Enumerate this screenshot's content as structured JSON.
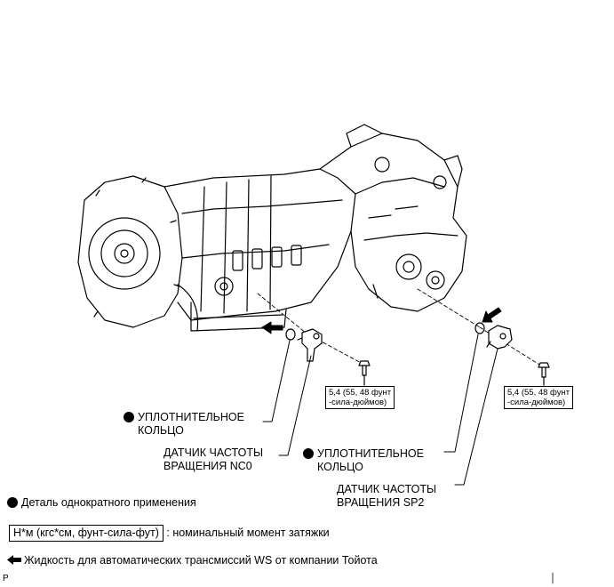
{
  "callouts": {
    "o_ring_1": {
      "line1": "УПЛОТНИТЕЛЬНОЕ",
      "line2": "КОЛЬЦО"
    },
    "sensor_nc0": {
      "line1": "ДАТЧИК ЧАСТОТЫ",
      "line2": "ВРАЩЕНИЯ NC0"
    },
    "o_ring_2": {
      "line1": "УПЛОТНИТЕЛЬНОЕ",
      "line2": "КОЛЬЦО"
    },
    "sensor_sp2": {
      "line1": "ДАТЧИК ЧАСТОТЫ",
      "line2": "ВРАЩЕНИЯ SP2"
    }
  },
  "torque": {
    "left": {
      "line1": "5,4 (55, 48 фунт",
      "line2": "-сила-дюймов)"
    },
    "right": {
      "line1": "5,4 (55, 48 фунт",
      "line2": "-сила-дюймов)"
    }
  },
  "legend": {
    "non_reusable": "Деталь однократного применения",
    "torque_unit": "Н*м (кгс*см, фунт-сила-фут)",
    "torque_desc": ": номинальный момент затяжки",
    "fluid": "Жидкость для автоматических трансмиссий WS от компании Тойота"
  },
  "footer_mark": "P",
  "icons": [
    "black-dot-icon",
    "fluid-arrow-icon",
    "transmission-illustration"
  ]
}
